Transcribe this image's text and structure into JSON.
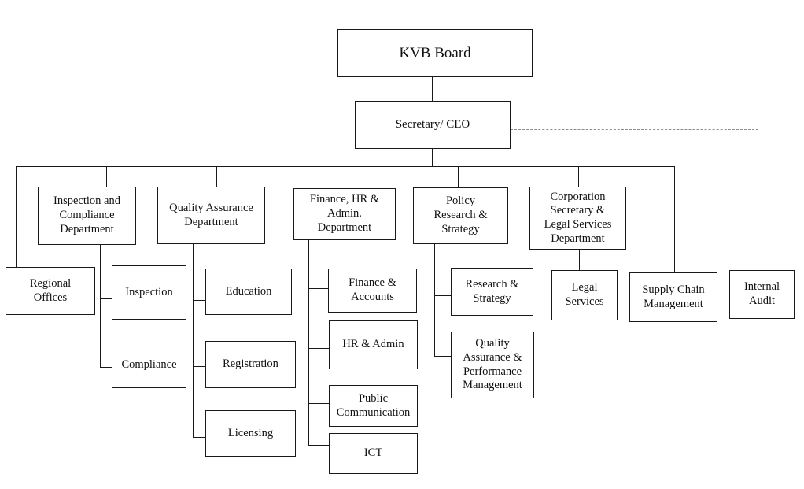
{
  "diagram": {
    "type": "org-chart",
    "background_color": "#ffffff",
    "box_fill_color": "#ffffff",
    "box_border_color": "#1a1a1a",
    "line_color": "#1a1a1a",
    "dashed_line_color": "#8a8a8a"
  },
  "nodes": {
    "kvb_board": {
      "label": "KVB Board"
    },
    "secretary_ceo": {
      "label": "Secretary/ CEO"
    },
    "inspection_compliance_dept": {
      "label": "Inspection and\nCompliance\nDepartment"
    },
    "qa_dept": {
      "label": "Quality Assurance\nDepartment"
    },
    "finance_dept": {
      "label": "Finance, HR &\nAdmin.\nDepartment"
    },
    "policy_dept": {
      "label": "Policy\nResearch &\nStrategy"
    },
    "corporation_dept": {
      "label": "Corporation\nSecretary &\nLegal Services\nDepartment"
    },
    "regional_offices": {
      "label": "Regional\nOffices"
    },
    "inspection": {
      "label": "Inspection"
    },
    "compliance": {
      "label": "Compliance"
    },
    "education": {
      "label": "Education"
    },
    "registration": {
      "label": "Registration"
    },
    "licensing": {
      "label": "Licensing"
    },
    "finance_accounts": {
      "label": "Finance &\nAccounts"
    },
    "hr_admin": {
      "label": "HR & Admin"
    },
    "public_communication": {
      "label": "Public\nCommunication"
    },
    "ict": {
      "label": "ICT"
    },
    "research_strategy": {
      "label": "Research &\nStrategy"
    },
    "qa_performance": {
      "label": "Quality\nAssurance &\nPerformance\nManagement"
    },
    "legal_services": {
      "label": "Legal\nServices"
    },
    "supply_chain": {
      "label": "Supply Chain\nManagement"
    },
    "internal_audit": {
      "label": "Internal\nAudit"
    }
  },
  "edges": [
    {
      "from": "kvb_board",
      "to": "secretary_ceo",
      "style": "solid"
    },
    {
      "from": "kvb_board",
      "to": "internal_audit",
      "style": "solid"
    },
    {
      "from": "secretary_ceo",
      "to": "internal_audit",
      "style": "dashed"
    },
    {
      "from": "secretary_ceo",
      "to": "regional_offices",
      "style": "solid"
    },
    {
      "from": "secretary_ceo",
      "to": "inspection_compliance_dept",
      "style": "solid"
    },
    {
      "from": "secretary_ceo",
      "to": "qa_dept",
      "style": "solid"
    },
    {
      "from": "secretary_ceo",
      "to": "finance_dept",
      "style": "solid"
    },
    {
      "from": "secretary_ceo",
      "to": "policy_dept",
      "style": "solid"
    },
    {
      "from": "secretary_ceo",
      "to": "corporation_dept",
      "style": "solid"
    },
    {
      "from": "secretary_ceo",
      "to": "supply_chain",
      "style": "solid"
    },
    {
      "from": "inspection_compliance_dept",
      "to": "inspection",
      "style": "solid"
    },
    {
      "from": "inspection_compliance_dept",
      "to": "compliance",
      "style": "solid"
    },
    {
      "from": "qa_dept",
      "to": "education",
      "style": "solid"
    },
    {
      "from": "qa_dept",
      "to": "registration",
      "style": "solid"
    },
    {
      "from": "qa_dept",
      "to": "licensing",
      "style": "solid"
    },
    {
      "from": "finance_dept",
      "to": "finance_accounts",
      "style": "solid"
    },
    {
      "from": "finance_dept",
      "to": "hr_admin",
      "style": "solid"
    },
    {
      "from": "finance_dept",
      "to": "public_communication",
      "style": "solid"
    },
    {
      "from": "finance_dept",
      "to": "ict",
      "style": "solid"
    },
    {
      "from": "policy_dept",
      "to": "research_strategy",
      "style": "solid"
    },
    {
      "from": "policy_dept",
      "to": "qa_performance",
      "style": "solid"
    },
    {
      "from": "corporation_dept",
      "to": "legal_services",
      "style": "solid"
    }
  ]
}
